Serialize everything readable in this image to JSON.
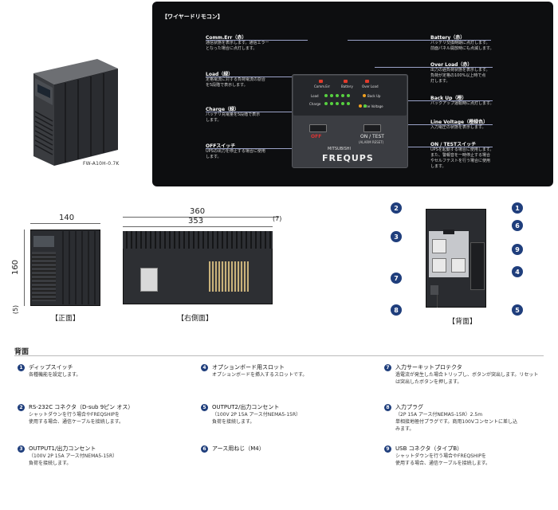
{
  "product": {
    "model": "FW-A10H-0.7K"
  },
  "remote": {
    "title": "【ワイヤードリモコン】",
    "left_items": [
      {
        "label": "Comm.Err（赤）",
        "desc": [
          "通信状態を表示します。通信エラー",
          "となった場合に点灯します。"
        ]
      },
      {
        "label": "Load（緑）",
        "desc": [
          "定格電流に対する負荷電流の割合",
          "を5段階で表示します。"
        ]
      },
      {
        "label": "Charge（緑）",
        "desc": [
          "バッテリ充電量を5段階で表示",
          "します。"
        ]
      },
      {
        "label": "OFFスイッチ",
        "desc": [
          "UPSの出力を停止する場合に使用",
          "します。"
        ]
      }
    ],
    "right_items": [
      {
        "label": "Battery（赤）",
        "desc": [
          "バッテリ交換時期に点灯します。",
          "前面パネル開放時にも点滅します。"
        ]
      },
      {
        "label": "Over Load（赤）",
        "desc": [
          "出力の過負荷状態を表示します。",
          "負荷が定格の100%以上時で点",
          "灯します。"
        ]
      },
      {
        "label": "Back Up（橙）",
        "desc": [
          "バックアップ運転時に点灯します。"
        ]
      },
      {
        "label": "Line Voltage（橙緑色）",
        "desc": [
          "入力電圧の状態を表示します。"
        ]
      },
      {
        "label": "ON / TESTスイッチ",
        "desc": [
          "UPSを起動する場合に使用します。",
          "また、警報音を一時停止する場合",
          "やセルフテストを行う場合に使用",
          "します。"
        ]
      }
    ],
    "panel": {
      "comm_err": "Comm.Err",
      "battery": "Battery",
      "over_load": "Over Load",
      "load": "Load",
      "charge": "Charge",
      "back_up": "Back Up",
      "line_voltage": "Line Voltage",
      "off": "OFF",
      "on_test": "ON / TEST",
      "alarm_reset": "(ALARM RESET)",
      "brand": "MITSUBISHI",
      "logo": "FREQUPS"
    }
  },
  "dimensions": {
    "front_width": "140",
    "front_height": "160",
    "foot": "(5)",
    "side_total": "360",
    "side_body": "353",
    "side_extra": "(7)",
    "front_caption": "【正面】",
    "side_caption": "【右側面】",
    "back_caption": "【背面】"
  },
  "callout_numbers": [
    "1",
    "2",
    "3",
    "4",
    "5",
    "6",
    "7",
    "8",
    "9"
  ],
  "back_section": {
    "title": "背面",
    "specs": [
      {
        "num": "1",
        "title": "ディップスイッチ",
        "desc": [
          "各種機能を設定します。"
        ]
      },
      {
        "num": "2",
        "title": "RS-232C コネクタ（D-sub 9ピン オス）",
        "desc": [
          "シャットダウンを行う場合やFREQSHIPを",
          "使用する場合、通信ケーブルを接続します。"
        ]
      },
      {
        "num": "3",
        "title": "OUTPUT1/出力コンセント",
        "desc": [
          "（100V 2P 15A アース付NEMA5-15R）",
          "負荷を接続します。"
        ]
      },
      {
        "num": "4",
        "title": "オプションボード用スロット",
        "desc": [
          "オプションボードを挿入するスロットです。"
        ]
      },
      {
        "num": "5",
        "title": "OUTPUT2/出力コンセント",
        "desc": [
          "（100V 2P 15A アース付NEMA5-15R）",
          "負荷を接続します。"
        ]
      },
      {
        "num": "6",
        "title": "アース用ねじ（M4）",
        "desc": []
      },
      {
        "num": "7",
        "title": "入力サーキットプロテクタ",
        "desc": [
          "過電流が発生した場合トリップし、ボタンが突出します。リセット",
          "は突出したボタンを押します。"
        ]
      },
      {
        "num": "8",
        "title": "入力プラグ",
        "desc": [
          "（2P 15A アース付NEMA5-15R）2.5m",
          "単相接地極付プラグです。商用100Vコンセントに差し込",
          "みます。"
        ]
      },
      {
        "num": "9",
        "title": "USB コネクタ（タイプB）",
        "desc": [
          "シャットダウンを行う場合やFREQSHIPを",
          "使用する場合、通信ケーブルを接続します。"
        ]
      }
    ]
  }
}
